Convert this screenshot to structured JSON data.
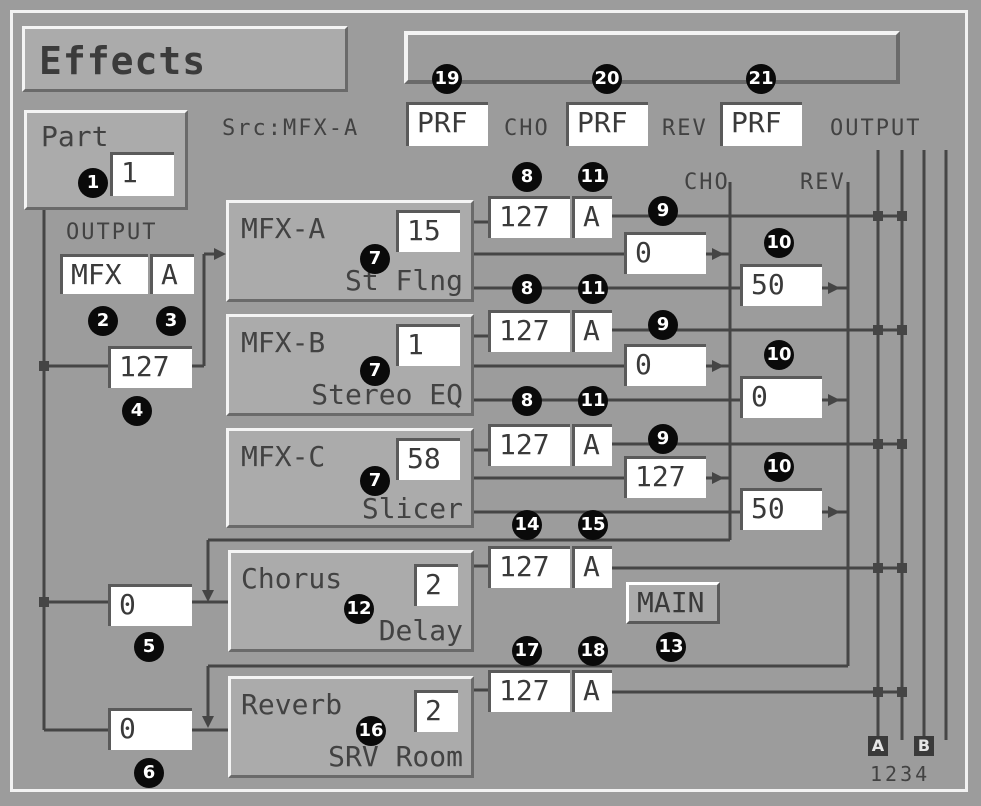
{
  "title": "Effects",
  "part": {
    "label": "Part",
    "value": "1"
  },
  "output_left": {
    "label": "OUTPUT",
    "dest": "MFX",
    "assign": "A",
    "level": "127"
  },
  "chorus_send_in": "0",
  "reverb_send_in": "0",
  "src": {
    "label": "Src:MFX-A",
    "cho_label": "CHO",
    "rev_label": "REV",
    "src_value": "PRF",
    "cho_value": "PRF",
    "rev_value": "PRF"
  },
  "output_right": {
    "label": "OUTPUT",
    "tag_a": "A",
    "tag_b": "B",
    "numbers": "1234"
  },
  "bus_labels": {
    "cho": "CHO",
    "rev": "REV"
  },
  "mfx": [
    {
      "name": "MFX-A",
      "number": "15",
      "type": "St Flng",
      "out_level": "127",
      "out_assign": "A",
      "cho_send": "0",
      "rev_send": "50"
    },
    {
      "name": "MFX-B",
      "number": "1",
      "type": "Stereo EQ",
      "out_level": "127",
      "out_assign": "A",
      "cho_send": "0",
      "rev_send": "0"
    },
    {
      "name": "MFX-C",
      "number": "58",
      "type": "Slicer",
      "out_level": "127",
      "out_assign": "A",
      "cho_send": "127",
      "rev_send": "50"
    }
  ],
  "chorus": {
    "name": "Chorus",
    "number": "2",
    "type": "Delay",
    "out_level": "127",
    "out_assign": "A",
    "output_select": "MAIN"
  },
  "reverb": {
    "name": "Reverb",
    "number": "2",
    "type": "SRV Room",
    "out_level": "127",
    "out_assign": "A"
  },
  "badges": [
    "1",
    "2",
    "3",
    "4",
    "5",
    "6",
    "7",
    "8",
    "9",
    "10",
    "11",
    "12",
    "13",
    "14",
    "15",
    "16",
    "17",
    "18",
    "19",
    "20",
    "21"
  ],
  "colors": {
    "background": "#9c9c9c",
    "line": "#454545",
    "field": "#ffffff",
    "highlight": "#f4f4f4"
  }
}
